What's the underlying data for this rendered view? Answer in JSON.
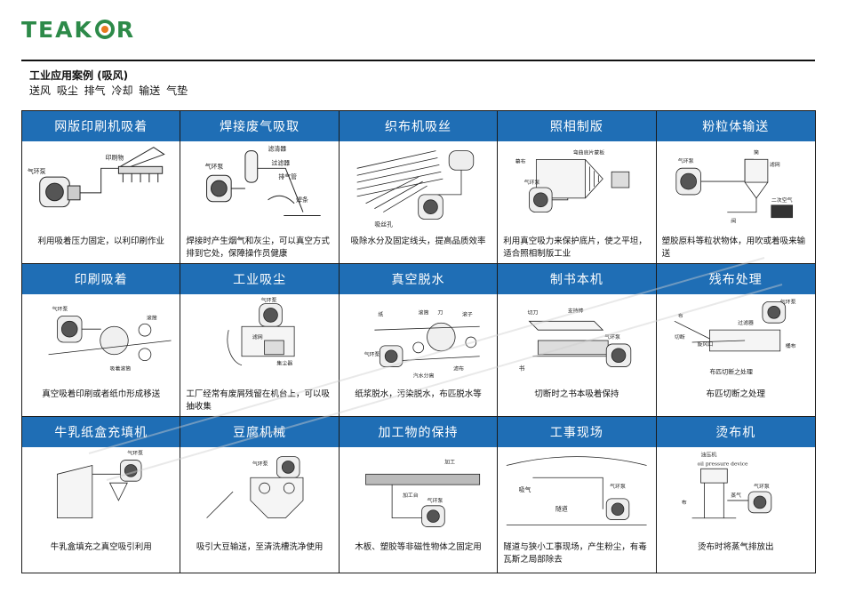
{
  "brand": {
    "logo_text_left": "TEAK",
    "logo_text_right": "R"
  },
  "section": {
    "title": "工业应用案例 (吸风)",
    "subtitle": "送风  吸尘   排气  冷却    输送    气垫"
  },
  "cases": [
    {
      "title": "网版印刷机吸着",
      "desc": "利用吸着压力固定，以利印刷作业",
      "labels": [
        "印刷物",
        "气环泵"
      ]
    },
    {
      "title": "焊接废气吸取",
      "desc": "焊接时产生烟气和灰尘，可以真空方式排到它处，保障操作员健康",
      "labels": [
        "滤清器",
        "过滤器",
        "排气管",
        "气环泵",
        "焊条"
      ]
    },
    {
      "title": "织布机吸丝",
      "desc": "吸除水分及固定线头，提高品质效率",
      "labels": [
        "吸丝孔"
      ]
    },
    {
      "title": "照相制版",
      "desc": "利用真空吸力来保护底片，使之平坦，适合照相制版工业",
      "labels": [
        "弯曲底片蒙板",
        "幕布",
        "气环泵"
      ]
    },
    {
      "title": "粉粒体输送",
      "desc": "塑胶原料等粒状物体，用吹或着吸来输送",
      "labels": [
        "气环泵",
        "筒",
        "滤网",
        "二次空气",
        "阀"
      ]
    },
    {
      "title": "印刷吸着",
      "desc": "真空吸着印刷或者纸巾形成移送",
      "labels": [
        "气环泵",
        "滚筒",
        "吸着滚筒"
      ]
    },
    {
      "title": "工业吸尘",
      "desc": "工厂经常有废屑残留在机台上，可以吸抽收集",
      "labels": [
        "气环泵",
        "滤网",
        "集尘器"
      ]
    },
    {
      "title": "真空脱水",
      "desc": "纸浆脱水，污染脱水，布匹脱水等",
      "labels": [
        "纸",
        "滚筒",
        "刀",
        "滚子",
        "气环泵",
        "汽水分离",
        "滤布"
      ]
    },
    {
      "title": "制书本机",
      "desc": "切断时之书本吸着保持",
      "labels": [
        "切刀",
        "支持棒",
        "书",
        "气环泵"
      ]
    },
    {
      "title": "残布处理",
      "desc": "布匹切断之处理",
      "labels": [
        "气环泵",
        "布",
        "过滤器",
        "切断",
        "旋风口",
        "桶布",
        "布匹切断之处理"
      ]
    },
    {
      "title": "牛乳纸盒充填机",
      "desc": "牛乳盒填充之真空吸引利用",
      "labels": [
        "气环泵"
      ]
    },
    {
      "title": "豆腐机械",
      "desc": "吸引大豆输送，至清洗槽洗净使用",
      "labels": [
        "气环泵"
      ]
    },
    {
      "title": "加工物的保持",
      "desc": "木板、塑胶等非磁性物体之固定用",
      "labels": [
        "加工",
        "加工台",
        "气环泵"
      ]
    },
    {
      "title": "工事现场",
      "desc": "隧道与狭小工事现场，产生粉尘，有毒瓦斯之局部除去",
      "labels": [
        "吸气",
        "隧道",
        "气环泵"
      ]
    },
    {
      "title": "烫布机",
      "desc": "烫布时将蒸气排放出",
      "labels": [
        "油压机",
        "oil pressure device",
        "布",
        "蒸气",
        "气环泵"
      ]
    }
  ],
  "colors": {
    "header_blue": "#1f6eb5",
    "logo_green": "#2d8a49",
    "logo_orange": "#e87a1e"
  }
}
